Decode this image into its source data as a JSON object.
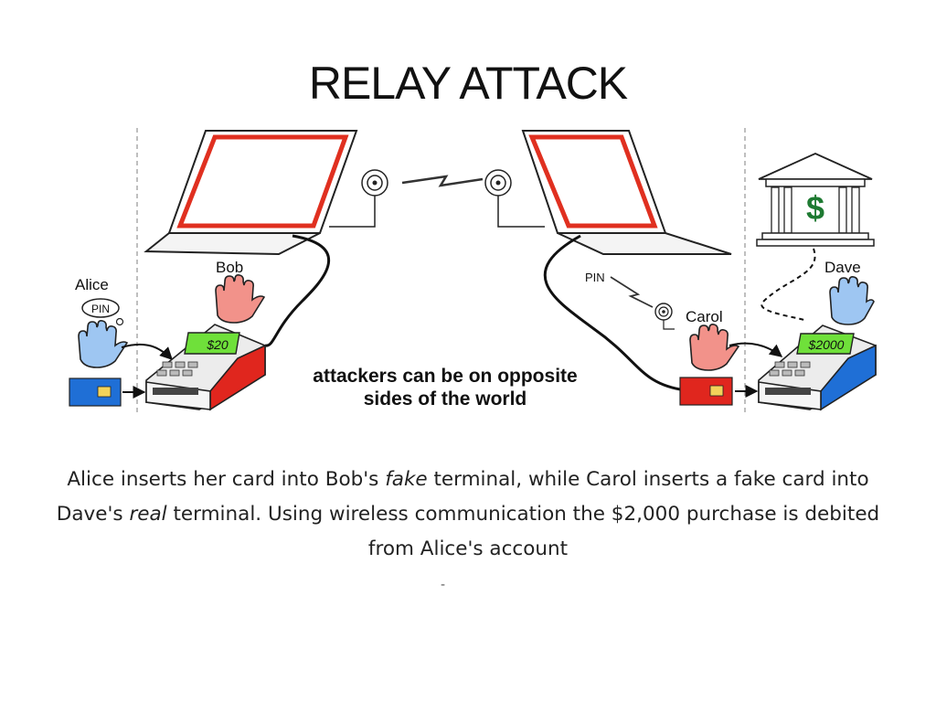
{
  "title": "RELAY ATTACK",
  "labels": {
    "alice": "Alice",
    "bob": "Bob",
    "carol": "Carol",
    "dave": "Dave",
    "pin_bubble": "PIN",
    "pin_carol": "PIN",
    "bob_amount": "$20",
    "dave_amount": "$2000",
    "bank_symbol": "$",
    "headline_line1": "attackers can be on opposite",
    "headline_line2": "sides of the world"
  },
  "caption": {
    "part1": "Alice inserts her card into Bob's ",
    "fake": "fake",
    "part2": " terminal, while Carol inserts a fake card into Dave's ",
    "real": "real",
    "part3": " terminal. Using wireless communication the $2,000 purchase is debited from Alice's account"
  },
  "footer_mark": "-",
  "colors": {
    "laptop_screen": "#e03020",
    "bob_terminal": "#e0261e",
    "dave_terminal": "#1f6fd6",
    "alice_card": "#1f6fd6",
    "carol_card": "#e0261e",
    "display_green": "#6fe03a",
    "hand_red": "#f2928a",
    "hand_blue": "#9ec6f2",
    "dollar_green": "#1e7a32"
  },
  "icons": [
    "laptop-icon",
    "antenna-icon",
    "lightning-icon",
    "hand-icon",
    "terminal-icon",
    "card-icon",
    "bank-icon",
    "thought-bubble-icon"
  ]
}
